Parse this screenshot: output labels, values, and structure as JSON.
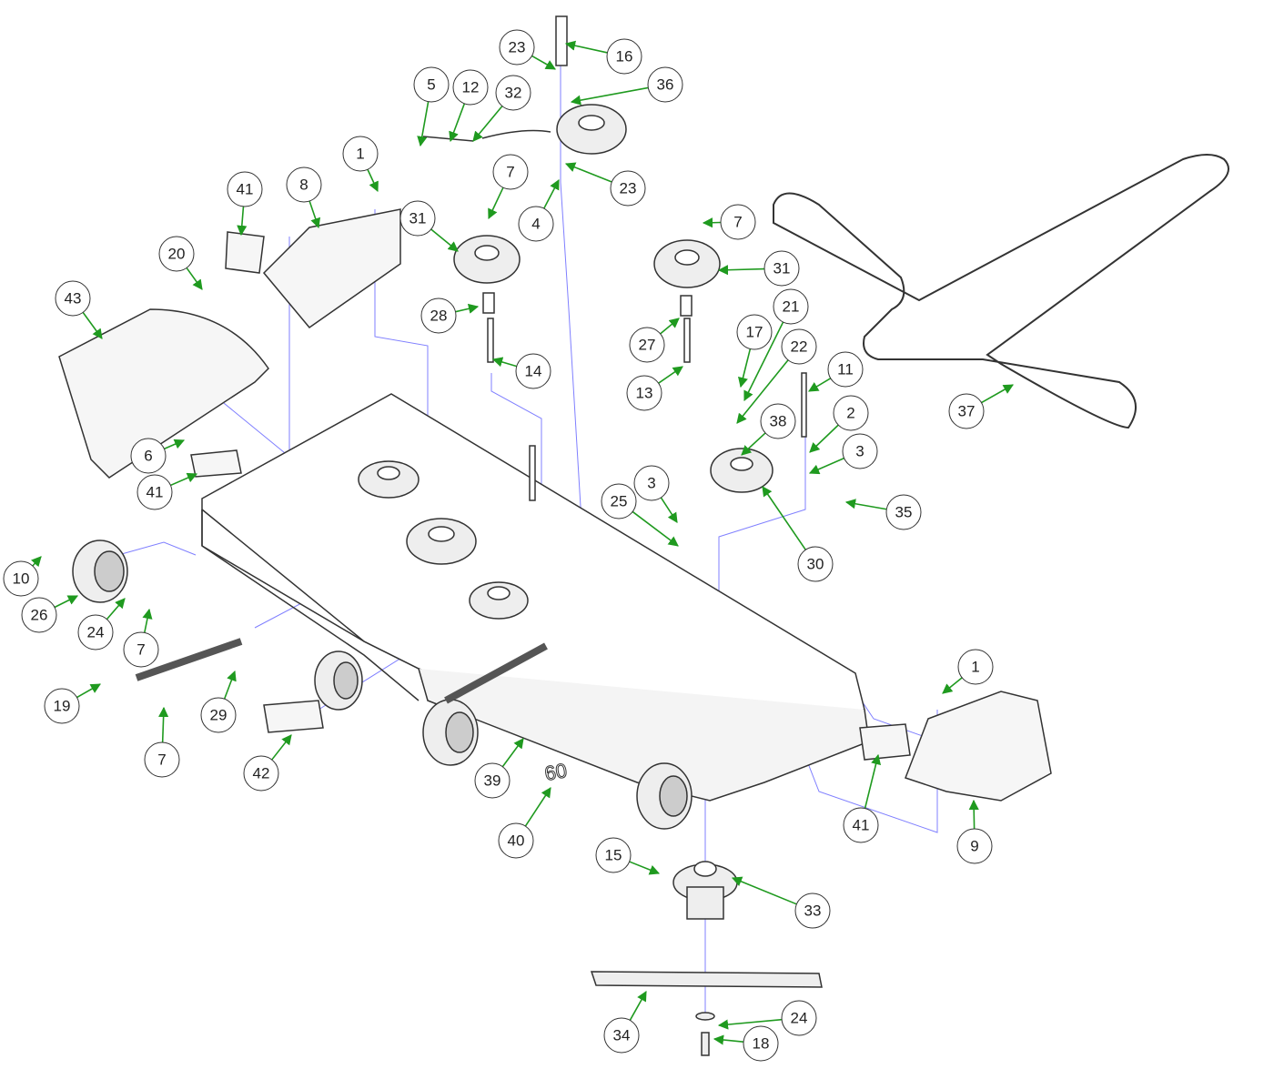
{
  "title": "Mower deck exploded parts diagram",
  "colors": {
    "leader": "#1f9a1f",
    "guide": "#7f7fff",
    "part": "#333333"
  },
  "callouts": [
    "16",
    "23",
    "36",
    "5",
    "12",
    "32",
    "1",
    "7",
    "23",
    "4",
    "41",
    "8",
    "31",
    "7",
    "31",
    "20",
    "43",
    "28",
    "14",
    "21",
    "17",
    "22",
    "27",
    "13",
    "11",
    "37",
    "2",
    "38",
    "3",
    "6",
    "41",
    "3",
    "25",
    "35",
    "30",
    "10",
    "26",
    "24",
    "7",
    "1",
    "19",
    "29",
    "7",
    "42",
    "39",
    "41",
    "9",
    "40",
    "15",
    "33",
    "34",
    "24",
    "18"
  ],
  "decal": "60"
}
